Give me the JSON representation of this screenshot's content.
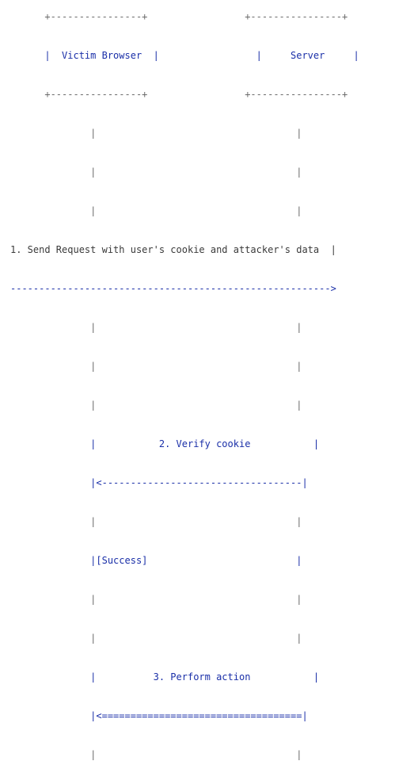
{
  "diagram": {
    "lines": [
      {
        "text": "      +----------------+                 +----------------+",
        "color": "#6b6b6b"
      },
      {
        "text": "      |  Victim Browser  |                 |     Server     |",
        "color": "#1a2fa8"
      },
      {
        "text": "      +----------------+                 +----------------+",
        "color": "#6b6b6b"
      },
      {
        "text": "              |                                   |",
        "color": "#6b6b6b"
      },
      {
        "text": "              |                                   |",
        "color": "#6b6b6b"
      },
      {
        "text": "              |                                   |",
        "color": "#6b6b6b"
      },
      {
        "text": "1. Send Request with user's cookie and attacker's data  |",
        "color": "#3a3a3a"
      },
      {
        "text": "-------------------------------------------------------->",
        "color": "#1a2fa8"
      },
      {
        "text": "              |                                   |",
        "color": "#6b6b6b"
      },
      {
        "text": "              |                                   |",
        "color": "#6b6b6b"
      },
      {
        "text": "              |                                   |",
        "color": "#6b6b6b"
      },
      {
        "text": "              |           2. Verify cookie           |",
        "color": "#1a2fa8"
      },
      {
        "text": "              |<-----------------------------------|",
        "color": "#1a2fa8"
      },
      {
        "text": "              |                                   |",
        "color": "#6b6b6b"
      },
      {
        "text": "              |[Success]                          |",
        "color": "#1a2fa8"
      },
      {
        "text": "              |                                   |",
        "color": "#6b6b6b"
      },
      {
        "text": "              |                                   |",
        "color": "#6b6b6b"
      },
      {
        "text": "              |          3. Perform action           |",
        "color": "#1a2fa8"
      },
      {
        "text": "              |<===================================|",
        "color": "#1a2fa8"
      },
      {
        "text": "              |                                   |",
        "color": "#6b6b6b"
      }
    ]
  }
}
